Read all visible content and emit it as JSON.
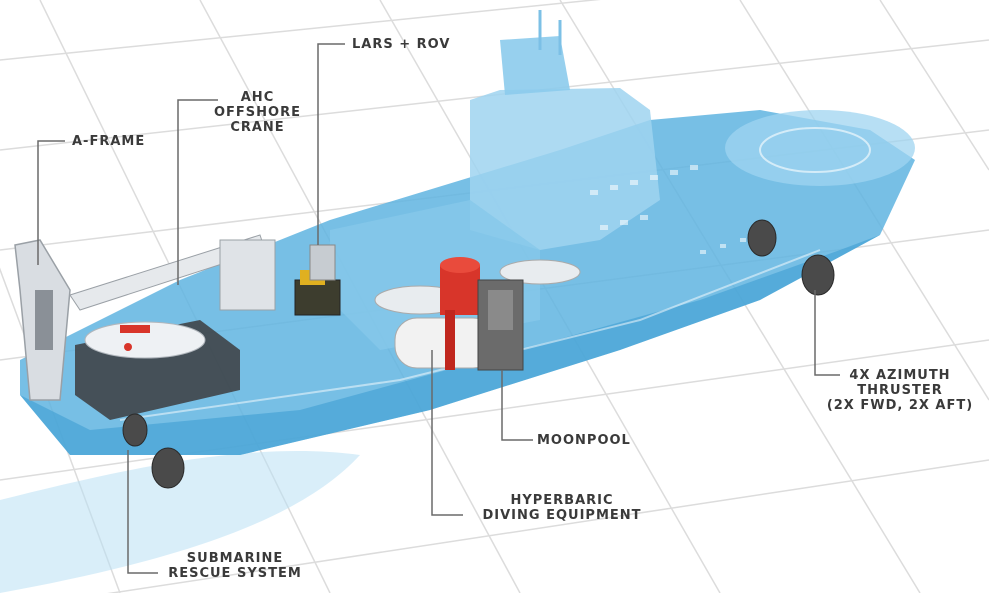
{
  "colors": {
    "background": "#ffffff",
    "grid": "#dcdcdc",
    "hull": "#5fb4e0",
    "hull_light": "#9fd4f0",
    "leader": "#6a6a6a",
    "label_text": "#3a3a3a",
    "accent_red": "#d8352a"
  },
  "labels": {
    "a_frame": "A-FRAME",
    "ahc_line1": "AHC",
    "ahc_line2": "OFFSHORE",
    "ahc_line3": "CRANE",
    "lars_rov": "LARS + ROV",
    "azimuth_line1": "4X AZIMUTH",
    "azimuth_line2": "THRUSTER",
    "azimuth_line3": "(2X FWD, 2X AFT)",
    "moonpool": "MOONPOOL",
    "hyperbaric_line1": "HYPERBARIC",
    "hyperbaric_line2": "DIVING EQUIPMENT",
    "submarine_line1": "SUBMARINE",
    "submarine_line2": "RESCUE SYSTEM"
  },
  "icons": {
    "vessel": "offshore-support-vessel-illustration"
  }
}
